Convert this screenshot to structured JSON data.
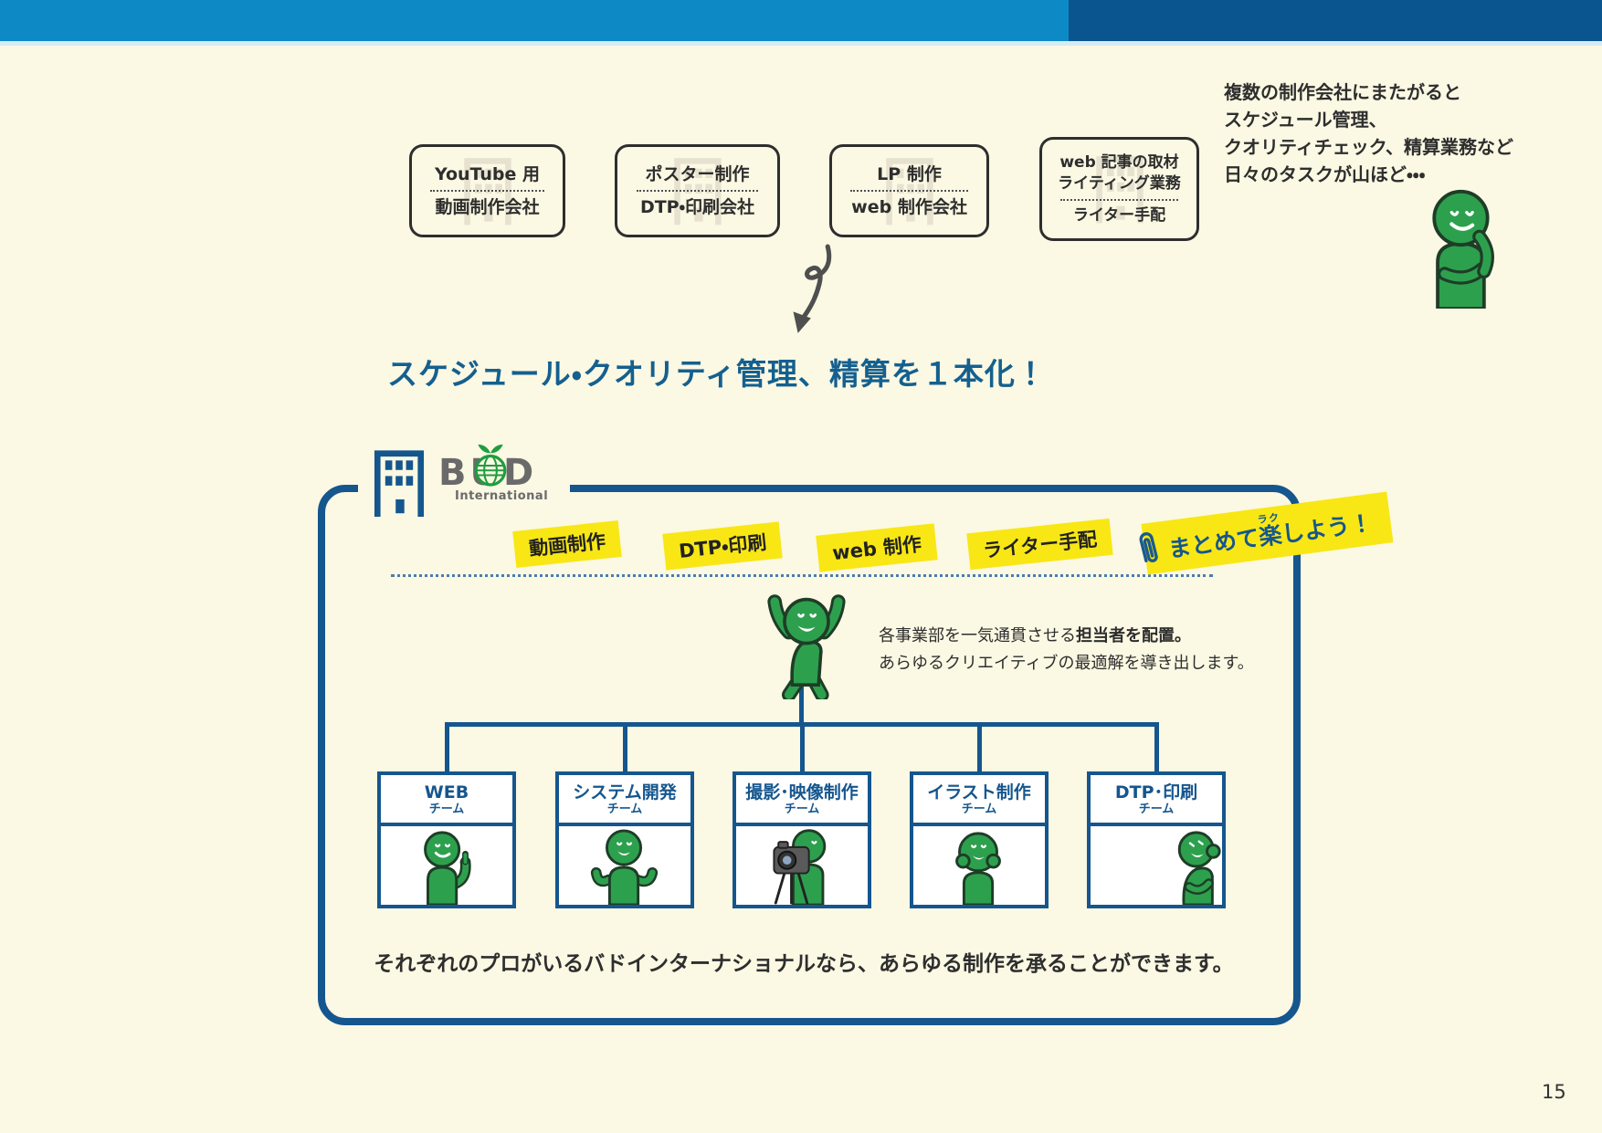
{
  "top_note": {
    "lines": [
      "複数の制作会社にまたがると",
      "スケジュール管理、",
      "クオリティチェック、精算業務など",
      "日々のタスクが山ほど・・・"
    ]
  },
  "vendor_boxes": [
    {
      "top": "YouTube 用",
      "bottom": "動画制作会社"
    },
    {
      "top": "ポスター制作",
      "bottom": "DTP・印刷会社"
    },
    {
      "top": "LP 制作",
      "bottom": "web 制作会社"
    },
    {
      "top": "web 記事の取材",
      "top2": "ライティング業務",
      "bottom": "ライター手配"
    }
  ],
  "headline": "スケジュール・クオリティ管理、精算を１本化！",
  "logo": {
    "letters": [
      "B",
      "U",
      "D"
    ],
    "sub": "International"
  },
  "service_tags": [
    "動画制作",
    "DTP・印刷",
    "web 制作",
    "ライター手配"
  ],
  "banner": {
    "before": "まとめて",
    "kanji": "楽",
    "furigana": "ラク",
    "after": "しよう！"
  },
  "coordinator": {
    "line1_normal": "各事業部を一気通貫させる",
    "line1_bold": "担当者を配置。",
    "line2": "あらゆるクリエイティブの最適解を導き出します。"
  },
  "teams": [
    {
      "title": "WEB",
      "sub": "チーム",
      "pose": "pointing"
    },
    {
      "title": "システム開発",
      "sub": "チーム",
      "pose": "open-arms"
    },
    {
      "title": "撮影･映像制作",
      "sub": "チーム",
      "pose": "camera"
    },
    {
      "title": "イラスト制作",
      "sub": "チーム",
      "pose": "shy"
    },
    {
      "title": "DTP･印刷",
      "sub": "チーム",
      "pose": "peeking"
    }
  ],
  "bottom_note": "それぞれのプロがいるバドインターナショナルなら、あらゆる制作を承ることができます。",
  "page_number": "15",
  "icons": {
    "paperclip": "paperclip-icon",
    "down_arrow": "swash-down-arrow-icon",
    "building_blue": "building-icon",
    "building_watermark": "building-watermark-icon",
    "globe": "globe-sprout-icon"
  },
  "colors": {
    "bar_light": "#0d8ac6",
    "bar_dark": "#0a5590",
    "background": "#fbf8e3",
    "navy": "#15568e",
    "headline_blue": "#14608f",
    "tag_yellow": "#f8e714",
    "character_green": "#2da04e",
    "text_dark": "#2e2e2e"
  }
}
